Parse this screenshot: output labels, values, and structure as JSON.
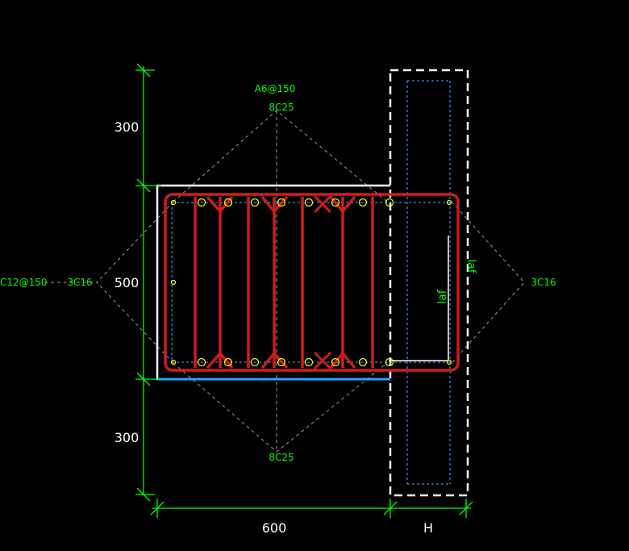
{
  "colors": {
    "background": "#000000",
    "dimension": "#00ff00",
    "label": "#00ff00",
    "dim_text": "#ffffff",
    "outline": "#ffffff",
    "stirrup": "#cc1d1d",
    "rebar_dot": "#ffff00",
    "guide_dash": "#999999",
    "inner_blue": "#5fa0ff",
    "bottom_edge": "#1fa8ff"
  },
  "dimensions": {
    "left_top": "300",
    "left_mid": "500",
    "left_bottom": "300",
    "bottom_left": "600",
    "bottom_right": "H"
  },
  "labels": {
    "stirrup_spec": "A6@150",
    "top_bars": "8C25",
    "bottom_bars": "8C25",
    "left_tie": "C12@150",
    "left_bars": "3C16",
    "right_bars": "3C16",
    "anchor_vertical": "laf",
    "anchor_horizontal": "laf"
  },
  "icons": {
    "cross_mark_top": "x-mark-icon",
    "cross_mark_bottom": "x-mark-icon"
  }
}
